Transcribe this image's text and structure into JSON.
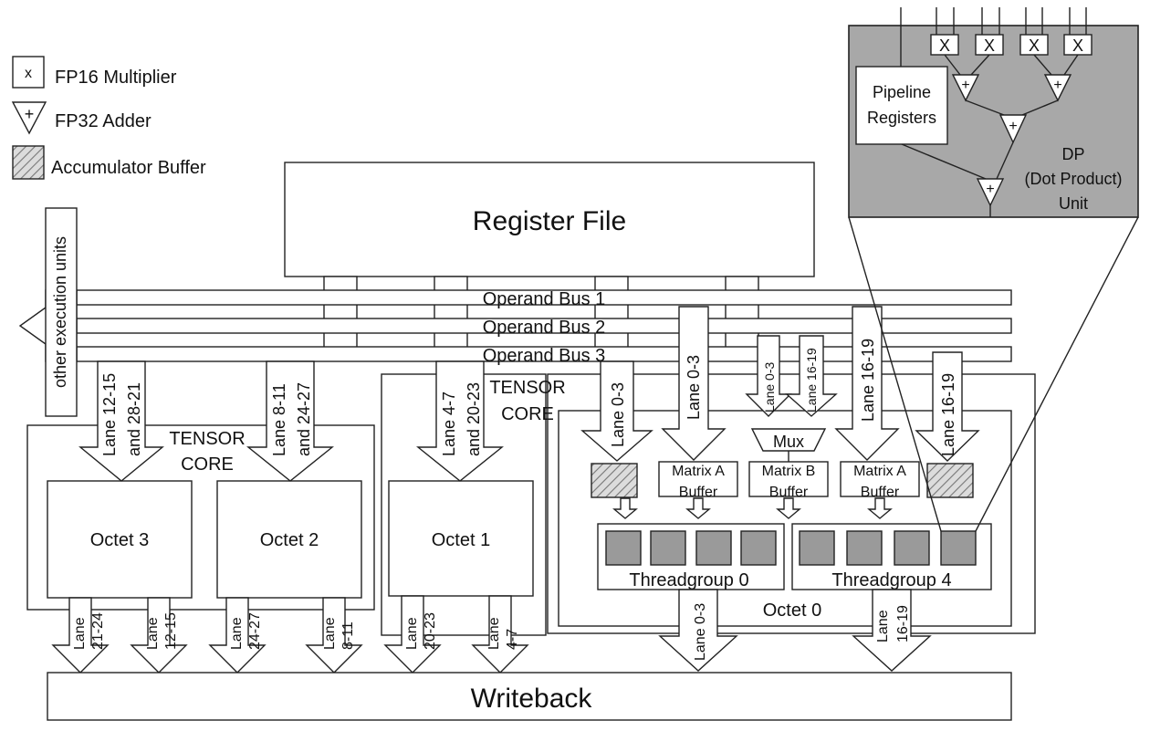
{
  "legend": {
    "multiplier_symbol": "x",
    "multiplier": "FP16 Multiplier",
    "adder_symbol": "+",
    "adder": "FP32 Adder",
    "accumulator": "Accumulator Buffer"
  },
  "register_file": "Register File",
  "other_units": "other execution units",
  "buses": [
    "Operand Bus 1",
    "Operand Bus 2",
    "Operand Bus 3"
  ],
  "tensor_core": [
    "TENSOR",
    "CORE"
  ],
  "octets": {
    "octet3": "Octet 3",
    "octet2": "Octet 2",
    "octet1": "Octet 1",
    "octet0": "Octet 0"
  },
  "input_lanes": {
    "lane_12_15": [
      "Lane 12-15",
      "and 28-21"
    ],
    "lane_8_11": [
      "Lane 8-11",
      "and 24-27"
    ],
    "lane_4_7": [
      "Lane 4-7",
      "and 20-23"
    ],
    "lane_0_3": "Lane 0-3",
    "lane_16_19": "Lane 16-19",
    "small_lane_0_3": "Lane 0-3",
    "small_lane_16_19": "Lane 16-19"
  },
  "mux": "Mux",
  "buffers": {
    "matrix_a": [
      "Matrix A",
      "Buffer"
    ],
    "matrix_b": [
      "Matrix B",
      "Buffer"
    ]
  },
  "threadgroups": [
    "Threadgroup 0",
    "Threadgroup 4"
  ],
  "output_lanes": {
    "o1": [
      "Lane",
      "21-24"
    ],
    "o2": [
      "Lane",
      "12-15"
    ],
    "o3": [
      "Lane",
      "24-27"
    ],
    "o4": [
      "Lane",
      "8-11"
    ],
    "o5": [
      "Lane",
      "20-23"
    ],
    "o6": [
      "Lane",
      "4-7"
    ],
    "o7": "Lane 0-3",
    "o8": [
      "Lane",
      "16-19"
    ]
  },
  "writeback": "Writeback",
  "dp_unit": {
    "multiplier_symbol": "X",
    "adder_symbol": "+",
    "pipeline": [
      "Pipeline",
      "Registers"
    ],
    "label": [
      "DP",
      "(Dot Product)",
      "Unit"
    ]
  }
}
